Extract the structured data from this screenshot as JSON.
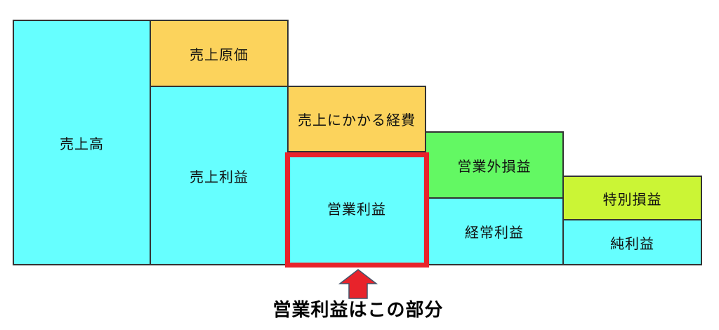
{
  "diagram": {
    "type": "profit-structure-step-diagram",
    "background": "#FFFFFF",
    "box_border_color": "#333333",
    "boxes": [
      {
        "name": "sales",
        "label": "売上高",
        "fill": "#66FFFF"
      },
      {
        "name": "cost_of_sales",
        "label": "売上原価",
        "fill": "#FCD35C"
      },
      {
        "name": "gross_profit",
        "label": "売上利益",
        "fill": "#66FFFF"
      },
      {
        "name": "selling_expenses",
        "label": "売上にかかる経費",
        "fill": "#FCD35C"
      },
      {
        "name": "operating_profit",
        "label": "営業利益",
        "fill": "#66FFFF",
        "highlighted": true
      },
      {
        "name": "non_operating_gains_losses",
        "label": "営業外損益",
        "fill": "#63F863"
      },
      {
        "name": "ordinary_profit",
        "label": "経常利益",
        "fill": "#66FFFF"
      },
      {
        "name": "extraordinary_gains_losses",
        "label": "特別損益",
        "fill": "#CBF535"
      },
      {
        "name": "net_profit",
        "label": "純利益",
        "fill": "#66FFFF"
      }
    ],
    "highlight": {
      "target": "operating_profit",
      "color": "#E8232B"
    },
    "arrow": {
      "direction": "up",
      "fill": "#E8232B",
      "outline": "#44546A"
    },
    "caption": {
      "text": "営業利益はこの部分",
      "color": "#000000"
    }
  }
}
